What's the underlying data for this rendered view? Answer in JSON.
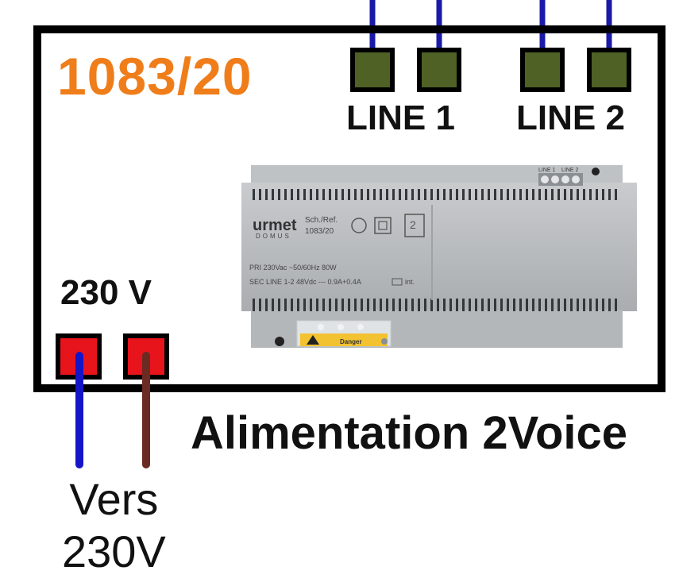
{
  "model": "1083/20",
  "line_labels": [
    "LINE 1",
    "LINE 2"
  ],
  "power_label": "230 V",
  "caption": "Alimentation 2Voice",
  "destination": [
    "Vers",
    "230V"
  ],
  "device": {
    "brand": "urmet",
    "brand_sub": "DOMUS",
    "ref_label": "Sch./Ref.",
    "ref_value": "1083/20",
    "pri_text": "PRI 230Vac ~50/60Hz 80W",
    "sec_text": "SEC LINE 1-2 48Vdc --- 0.9A+0.4A",
    "sec_suffix": "int.",
    "terminal_label_1": "LINE 1",
    "terminal_label_2": "LINE 2",
    "warning_text": "Danger"
  },
  "colors": {
    "model": "#ef7d1a",
    "line_wire": "#1a1aa8",
    "neutral_wire": "#1515c8",
    "phase_wire": "#6b2a22",
    "terminal_green": "#4f6125",
    "terminal_red": "#e8141b"
  }
}
